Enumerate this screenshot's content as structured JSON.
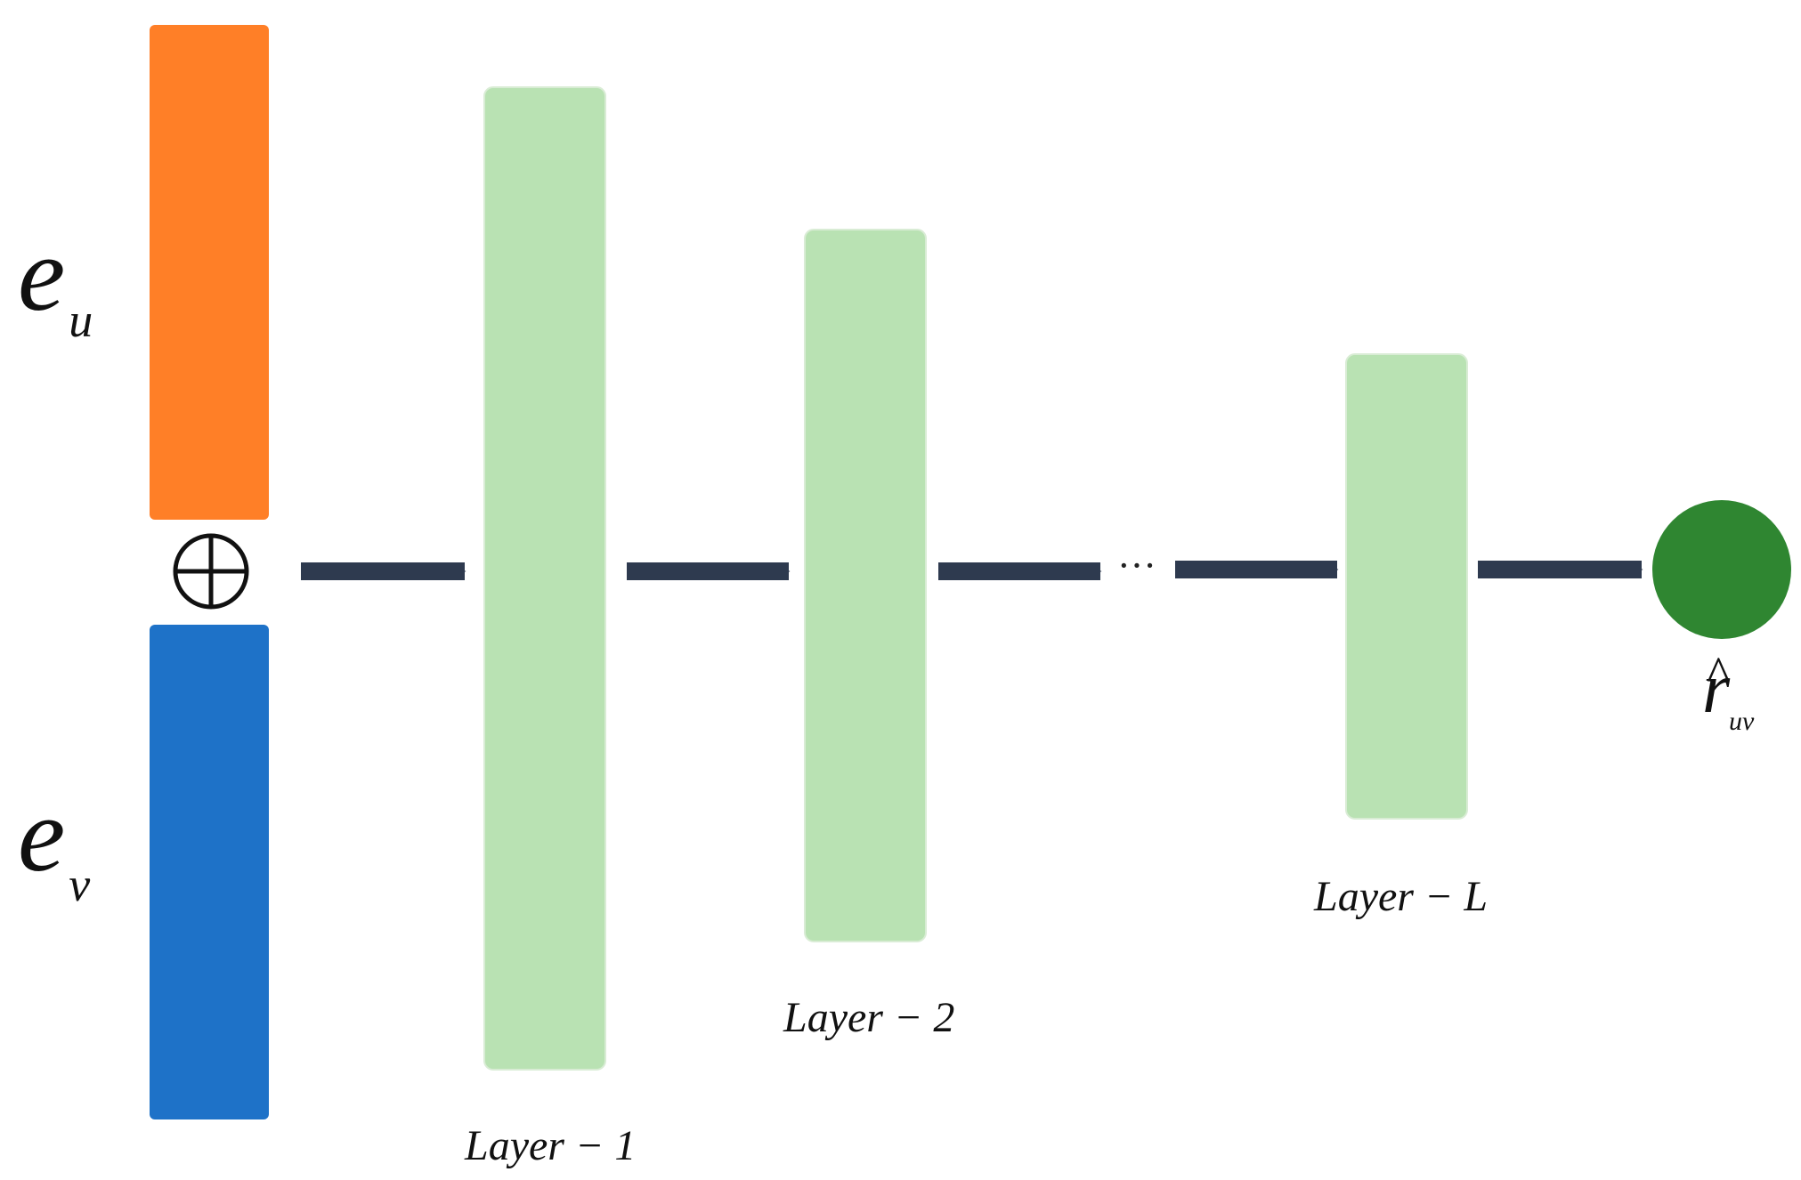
{
  "colors": {
    "user_embedding": "#FF7F27",
    "item_embedding": "#1E72C8",
    "hidden_layer": "#B9E2B3",
    "output_node": "#2F8631",
    "arrow": "#2E3A4F",
    "concat_symbol": "#111111"
  },
  "inputs": {
    "user_symbol": "e",
    "user_subscript": "u",
    "item_symbol": "e",
    "item_subscript": "v",
    "concat_operator": "⊕"
  },
  "layers": [
    {
      "label": "Layer − 1"
    },
    {
      "label": "Layer − 2"
    },
    {
      "label": "Layer − L"
    }
  ],
  "ellipsis": "···",
  "output": {
    "symbol": "r",
    "hat": "^",
    "subscript": "uv"
  }
}
